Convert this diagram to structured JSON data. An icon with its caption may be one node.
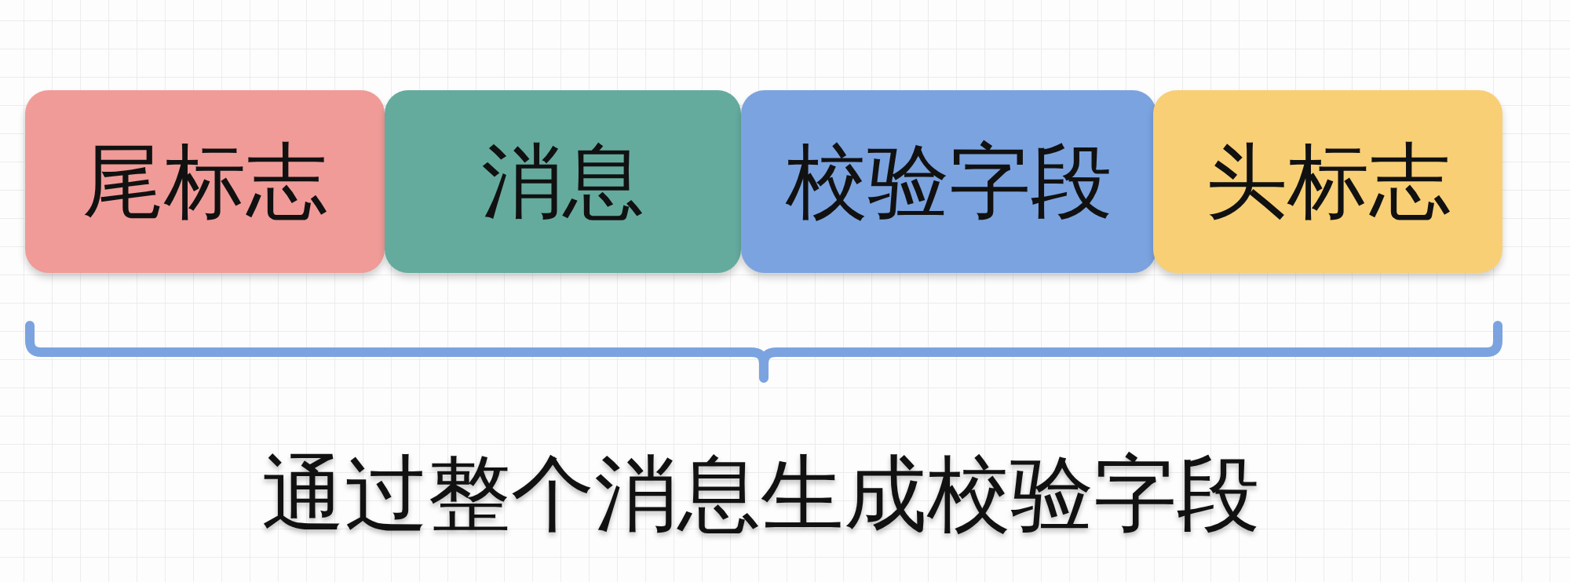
{
  "diagram": {
    "nodes": [
      {
        "text": [
          "尾标志"
        ]
      },
      {
        "text": [
          "消息"
        ]
      },
      {
        "text": [
          "校验字段"
        ]
      },
      {
        "text": [
          "头标志"
        ]
      }
    ],
    "labels": [
      "通过整个消息生成校验字段"
    ]
  }
}
